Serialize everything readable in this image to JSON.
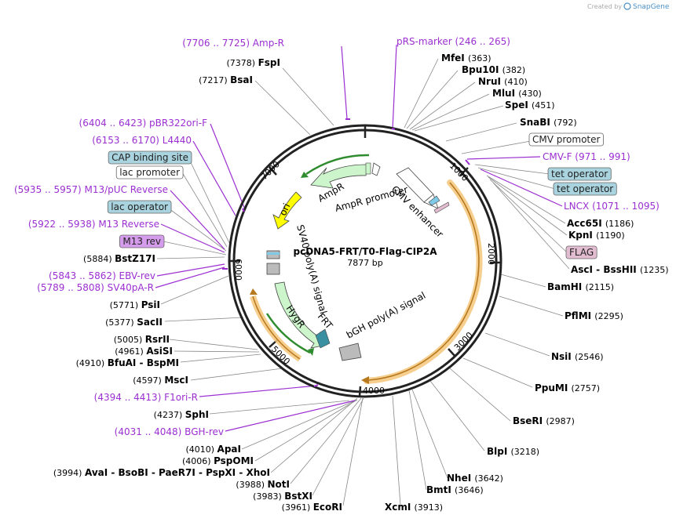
{
  "credit": {
    "prefix": "Created by",
    "brand": "SnapGene"
  },
  "plasmid": {
    "name": "pcDNA5-FRT/T0-Flag-CIP2A",
    "size": "7877 bp"
  },
  "ticks": [
    "1000",
    "2000",
    "3000",
    "4000",
    "5000",
    "6000",
    "7000"
  ],
  "sites": [
    {
      "name": "(7706 .. 7725)  Amp-R",
      "type": "primer"
    },
    {
      "name": "pRS-marker   (246 .. 265)",
      "type": "primer"
    },
    {
      "name": "(7378)  FspI",
      "type": "enzyme"
    },
    {
      "name": "MfeI   (363)",
      "type": "enzyme"
    },
    {
      "name": "(7217)  BsaI",
      "type": "enzyme"
    },
    {
      "name": "Bpu10I   (382)",
      "type": "enzyme"
    },
    {
      "name": "NruI   (410)",
      "type": "enzyme"
    },
    {
      "name": "MluI   (430)",
      "type": "enzyme"
    },
    {
      "name": "SpeI   (451)",
      "type": "enzyme"
    },
    {
      "name": "(6404 .. 6423)  pBR322ori-F",
      "type": "primer"
    },
    {
      "name": "SnaBI   (792)",
      "type": "enzyme"
    },
    {
      "name": "(6153 .. 6170)  L4440",
      "type": "primer"
    },
    {
      "name": "CMV promoter",
      "type": "feature",
      "color": "#ffffff"
    },
    {
      "name": "CAP binding site",
      "type": "feature",
      "color": "#a9d3de"
    },
    {
      "name": "CMV-F   (971 .. 991)",
      "type": "primer"
    },
    {
      "name": "lac promoter",
      "type": "feature",
      "color": "#ffffff"
    },
    {
      "name": "tet operator",
      "type": "feature",
      "color": "#a9d3de"
    },
    {
      "name": "(5935 .. 5957)  M13/pUC Reverse",
      "type": "primer"
    },
    {
      "name": "tet operator",
      "type": "feature",
      "color": "#a9d3de"
    },
    {
      "name": "lac operator",
      "type": "feature",
      "color": "#a9d3de"
    },
    {
      "name": "LNCX   (1071 .. 1095)",
      "type": "primer"
    },
    {
      "name": "(5922 .. 5938)  M13 Reverse",
      "type": "primer"
    },
    {
      "name": "Acc65I   (1186)",
      "type": "enzyme"
    },
    {
      "name": "KpnI   (1190)",
      "type": "enzyme"
    },
    {
      "name": "M13 rev",
      "type": "feature",
      "color": "#d69cec"
    },
    {
      "name": "FLAG",
      "type": "feature",
      "color": "#e2bcd0"
    },
    {
      "name": "(5884)  BstZ17I",
      "type": "enzyme"
    },
    {
      "name": "AscI  -  BssHII   (1235)",
      "type": "enzyme"
    },
    {
      "name": "(5843 .. 5862)  EBV-rev",
      "type": "primer"
    },
    {
      "name": "(5789 .. 5808)  SV40pA-R",
      "type": "primer"
    },
    {
      "name": "BamHI   (2115)",
      "type": "enzyme"
    },
    {
      "name": "(5771)  PsiI",
      "type": "enzyme"
    },
    {
      "name": "PflMI   (2295)",
      "type": "enzyme"
    },
    {
      "name": "(5377)  SacII",
      "type": "enzyme"
    },
    {
      "name": "(5005)  RsrII",
      "type": "enzyme"
    },
    {
      "name": "(4961)  AsiSI",
      "type": "enzyme"
    },
    {
      "name": "NsiI   (2546)",
      "type": "enzyme"
    },
    {
      "name": "(4910)  BfuAI  -  BspMI",
      "type": "enzyme"
    },
    {
      "name": "(4597)  MscI",
      "type": "enzyme"
    },
    {
      "name": "PpuMI   (2757)",
      "type": "enzyme"
    },
    {
      "name": "(4394 .. 4413)  F1ori-R",
      "type": "primer"
    },
    {
      "name": "BseRI   (2987)",
      "type": "enzyme"
    },
    {
      "name": "(4237)  SphI",
      "type": "enzyme"
    },
    {
      "name": "(4031 .. 4048)  BGH-rev",
      "type": "primer"
    },
    {
      "name": "BlpI   (3218)",
      "type": "enzyme"
    },
    {
      "name": "(4010)  ApaI",
      "type": "enzyme"
    },
    {
      "name": "(4006)  PspOMI",
      "type": "enzyme"
    },
    {
      "name": "(3994)  AvaI  -  BsoBI  -  PaeR7I  -  PspXI  -  XhoI",
      "type": "enzyme"
    },
    {
      "name": "NheI   (3642)",
      "type": "enzyme"
    },
    {
      "name": "(3988)  NotI",
      "type": "enzyme"
    },
    {
      "name": "BmtI   (3646)",
      "type": "enzyme"
    },
    {
      "name": "(3983)  BstXI",
      "type": "enzyme"
    },
    {
      "name": "(3961)  EcoRI",
      "type": "enzyme"
    },
    {
      "name": "XcmI   (3913)",
      "type": "enzyme"
    }
  ],
  "features": [
    "AmpR",
    "AmpR promoter",
    "ori",
    "CMV enhancer",
    "SV40 poly(A) signal",
    "HygR",
    "FRT",
    "bGH poly(A) signal"
  ],
  "colors": {
    "primer": "#9b2fd1",
    "ring": "#222222",
    "insert_arrow": "#f5c67a",
    "ori": "#ffff00",
    "resistance": "#ccf5cc"
  }
}
